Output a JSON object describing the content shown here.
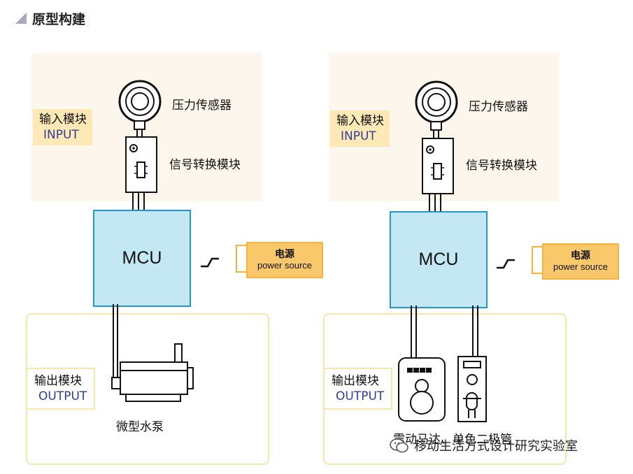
{
  "heading": {
    "title": "原型构建"
  },
  "left": {
    "input_tag": {
      "zh": "输入模块",
      "en": "INPUT"
    },
    "sensor_label": "压力传感器",
    "converter_label": "信号转换模块",
    "mcu_label": "MCU",
    "power": {
      "zh": "电源",
      "en": "power source"
    },
    "output_tag": {
      "zh": "输出模块",
      "en": "OUTPUT"
    },
    "device_label": "微型水泵"
  },
  "right": {
    "input_tag": {
      "zh": "输入模块",
      "en": "INPUT"
    },
    "sensor_label": "压力传感器",
    "converter_label": "信号转换模块",
    "mcu_label": "MCU",
    "power": {
      "zh": "电源",
      "en": "power source"
    },
    "output_tag": {
      "zh": "输出模块",
      "en": "OUTPUT"
    },
    "device_label": "震动马达、单色二极管"
  },
  "footer": {
    "watermark": "移动生活方式设计研究实验室",
    "icon": "wechat-icon"
  },
  "colors": {
    "mcu_fill": "#c3e7f3",
    "mcu_border": "#2196cf",
    "power_fill": "#f8c86a",
    "input_bg": "#fdf6ec",
    "tag_bg": "#fde9b6",
    "output_border": "#f6e6a8"
  }
}
